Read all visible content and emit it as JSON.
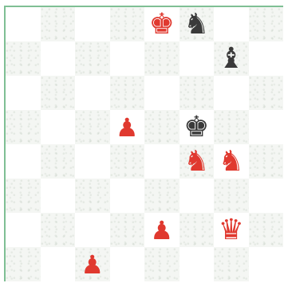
{
  "board": {
    "colors": {
      "red_pieces": "#e0392f",
      "dark_pieces": "#3a3a3a",
      "border": "#7fbf94"
    },
    "pieces": [
      {
        "square": "e8",
        "glyph": "♚",
        "side": "red",
        "type": "king"
      },
      {
        "square": "f8",
        "glyph": "♞",
        "side": "dark",
        "type": "knight"
      },
      {
        "square": "g7",
        "glyph": "♝",
        "side": "dark",
        "type": "bishop"
      },
      {
        "square": "d5",
        "glyph": "♟",
        "side": "red",
        "type": "pawn"
      },
      {
        "square": "f5",
        "glyph": "♚",
        "side": "dark",
        "type": "king"
      },
      {
        "square": "f4",
        "glyph": "♞",
        "side": "red",
        "type": "knight"
      },
      {
        "square": "g4",
        "glyph": "♞",
        "side": "red",
        "type": "knight"
      },
      {
        "square": "e2",
        "glyph": "♟",
        "side": "red",
        "type": "pawn"
      },
      {
        "square": "g2",
        "glyph": "♛",
        "side": "red",
        "type": "queen"
      },
      {
        "square": "c1",
        "glyph": "♟",
        "side": "red",
        "type": "pawn"
      }
    ]
  }
}
